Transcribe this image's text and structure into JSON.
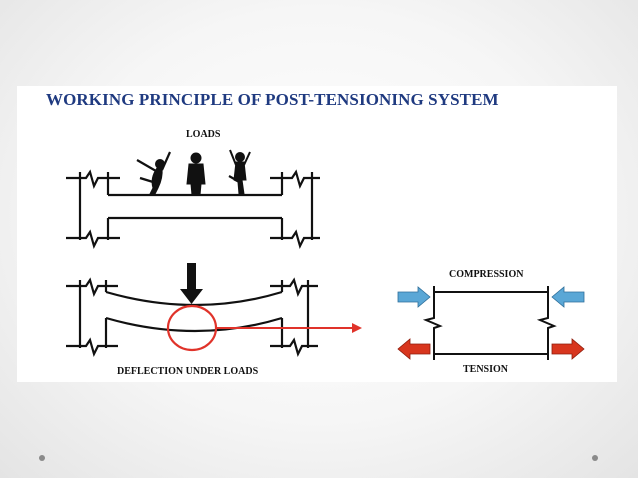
{
  "slide": {
    "title": "WORKING PRINCIPLE OF POST-TENSIONING SYSTEM"
  },
  "diagram": {
    "label_loads": "LOADS",
    "label_deflection": "DEFLECTION UNDER LOADS",
    "label_compression": "COMPRESSION",
    "label_tension": "TENSION"
  },
  "colors": {
    "title": "#1f3a80",
    "compression_arrow": "#5aa7d6",
    "tension_arrow": "#d8361e",
    "highlight": "#e0332a"
  },
  "icons": [
    "load-arrow-icon",
    "dancer-icon",
    "standing-figure-icon",
    "compression-arrow-icon",
    "tension-arrow-icon"
  ]
}
